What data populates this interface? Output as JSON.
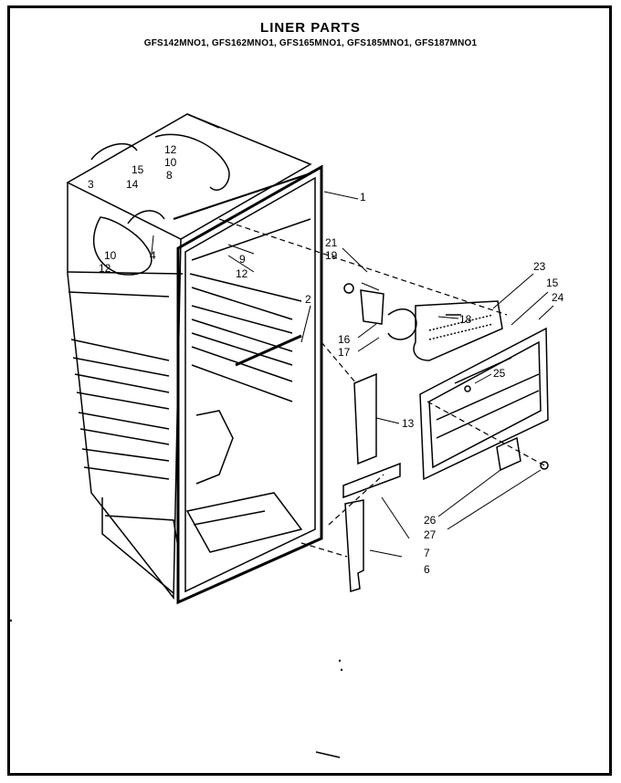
{
  "title": "LINER PARTS",
  "models": "GFS142MNO1, GFS162MNO1, GFS165MNO1, GFS185MNO1, GFS187MNO1",
  "callouts": {
    "c1": "1",
    "c2": "2",
    "c3": "3",
    "c4": "4",
    "c6": "6",
    "c7": "7",
    "c8": "8",
    "c9": "9",
    "c10a": "10",
    "c10b": "10",
    "c12a": "12",
    "c12b": "12",
    "c12c": "12",
    "c13": "13",
    "c14": "14",
    "c15a": "15",
    "c15b": "15",
    "c16": "16",
    "c17": "17",
    "c18": "18",
    "c19": "19",
    "c21": "21",
    "c23": "23",
    "c24": "24",
    "c25": "25",
    "c26": "26",
    "c27": "27"
  }
}
